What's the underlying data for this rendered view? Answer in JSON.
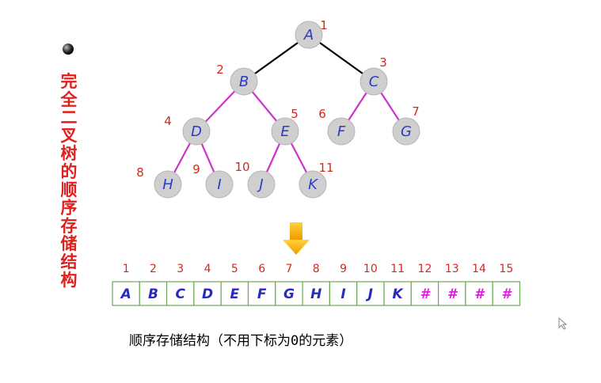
{
  "title": "完全二叉树的顺序存储结构",
  "colors": {
    "title_red": "#e0201c",
    "tree_edge_top": "#000000",
    "tree_edge_sub": "#cc33cc",
    "node_fill": "#cfcfcf",
    "node_text": "#2b3cc6",
    "number_red": "#d02a1f",
    "array_border": "#6aab55",
    "array_text": "#2a2ac0",
    "hash_text": "#e020e0",
    "arrow": "#f5b800"
  },
  "tree": {
    "nodes": [
      {
        "label": "A",
        "index": "1"
      },
      {
        "label": "B",
        "index": "2"
      },
      {
        "label": "C",
        "index": "3"
      },
      {
        "label": "D",
        "index": "4"
      },
      {
        "label": "E",
        "index": "5"
      },
      {
        "label": "F",
        "index": "6"
      },
      {
        "label": "G",
        "index": "7"
      },
      {
        "label": "H",
        "index": "8"
      },
      {
        "label": "I",
        "index": "9"
      },
      {
        "label": "J",
        "index": "10"
      },
      {
        "label": "K",
        "index": "11"
      }
    ]
  },
  "array": {
    "indices": [
      "1",
      "2",
      "3",
      "4",
      "5",
      "6",
      "7",
      "8",
      "9",
      "10",
      "11",
      "12",
      "13",
      "14",
      "15"
    ],
    "cells": [
      "A",
      "B",
      "C",
      "D",
      "E",
      "F",
      "G",
      "H",
      "I",
      "J",
      "K",
      "#",
      "#",
      "#",
      "#"
    ]
  },
  "caption": "顺序存储结构（不用下标为0的元素）"
}
